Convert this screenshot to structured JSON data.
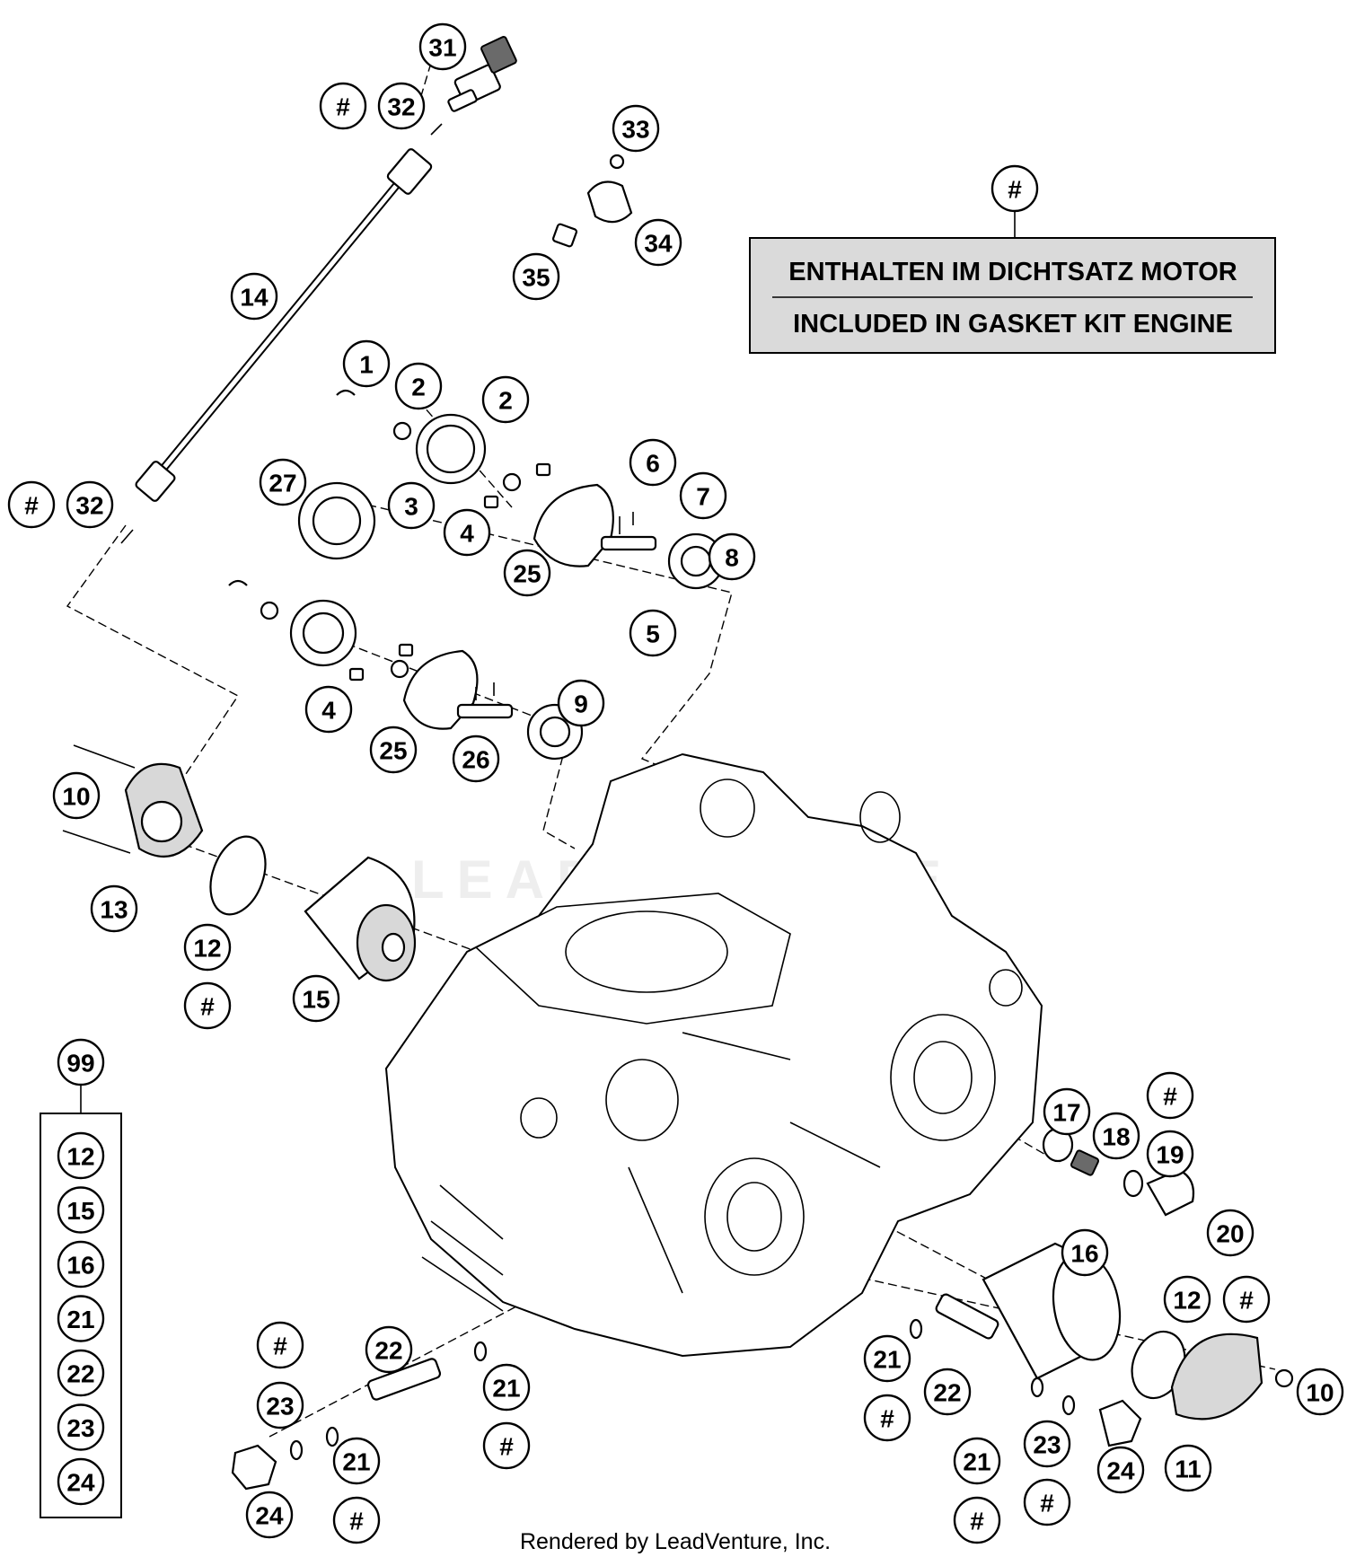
{
  "note": {
    "marker": "#",
    "line1": "ENTHALTEN IM DICHTSATZ MOTOR",
    "line2": "INCLUDED IN GASKET KIT ENGINE"
  },
  "kit": {
    "id": "99",
    "items": [
      "12",
      "15",
      "16",
      "21",
      "22",
      "23",
      "24"
    ]
  },
  "callouts": {
    "c31": "31",
    "c32a": "32",
    "h32a": "#",
    "c33": "33",
    "c34": "34",
    "c35": "35",
    "c14": "14",
    "c32b": "32",
    "h32b": "#",
    "c1": "1",
    "c2a": "2",
    "c2b": "2",
    "c27": "27",
    "c3": "3",
    "c4a": "4",
    "c6": "6",
    "c7": "7",
    "c8": "8",
    "c25a": "25",
    "c5": "5",
    "c4b": "4",
    "c25b": "25",
    "c26": "26",
    "c9": "9",
    "c10a": "10",
    "c13": "13",
    "c12a": "12",
    "h12a": "#",
    "c15": "15",
    "c17": "17",
    "c18": "18",
    "c19": "19",
    "h19": "#",
    "c20": "20",
    "c16": "16",
    "c12b": "12",
    "h12b": "#",
    "c10b": "10",
    "c11": "11",
    "c21a": "21",
    "h21a": "#",
    "c22a": "22",
    "c21b": "21",
    "h21b": "#",
    "c23a": "23",
    "h23a": "#",
    "c24a": "24",
    "c21c": "21",
    "h21c": "#",
    "c22b": "22",
    "c21d": "21",
    "h21d": "#",
    "c23b": "23",
    "h23b": "#",
    "c24b": "24"
  },
  "watermark": "LEADVENTURE",
  "footer": "Rendered by LeadVenture, Inc."
}
